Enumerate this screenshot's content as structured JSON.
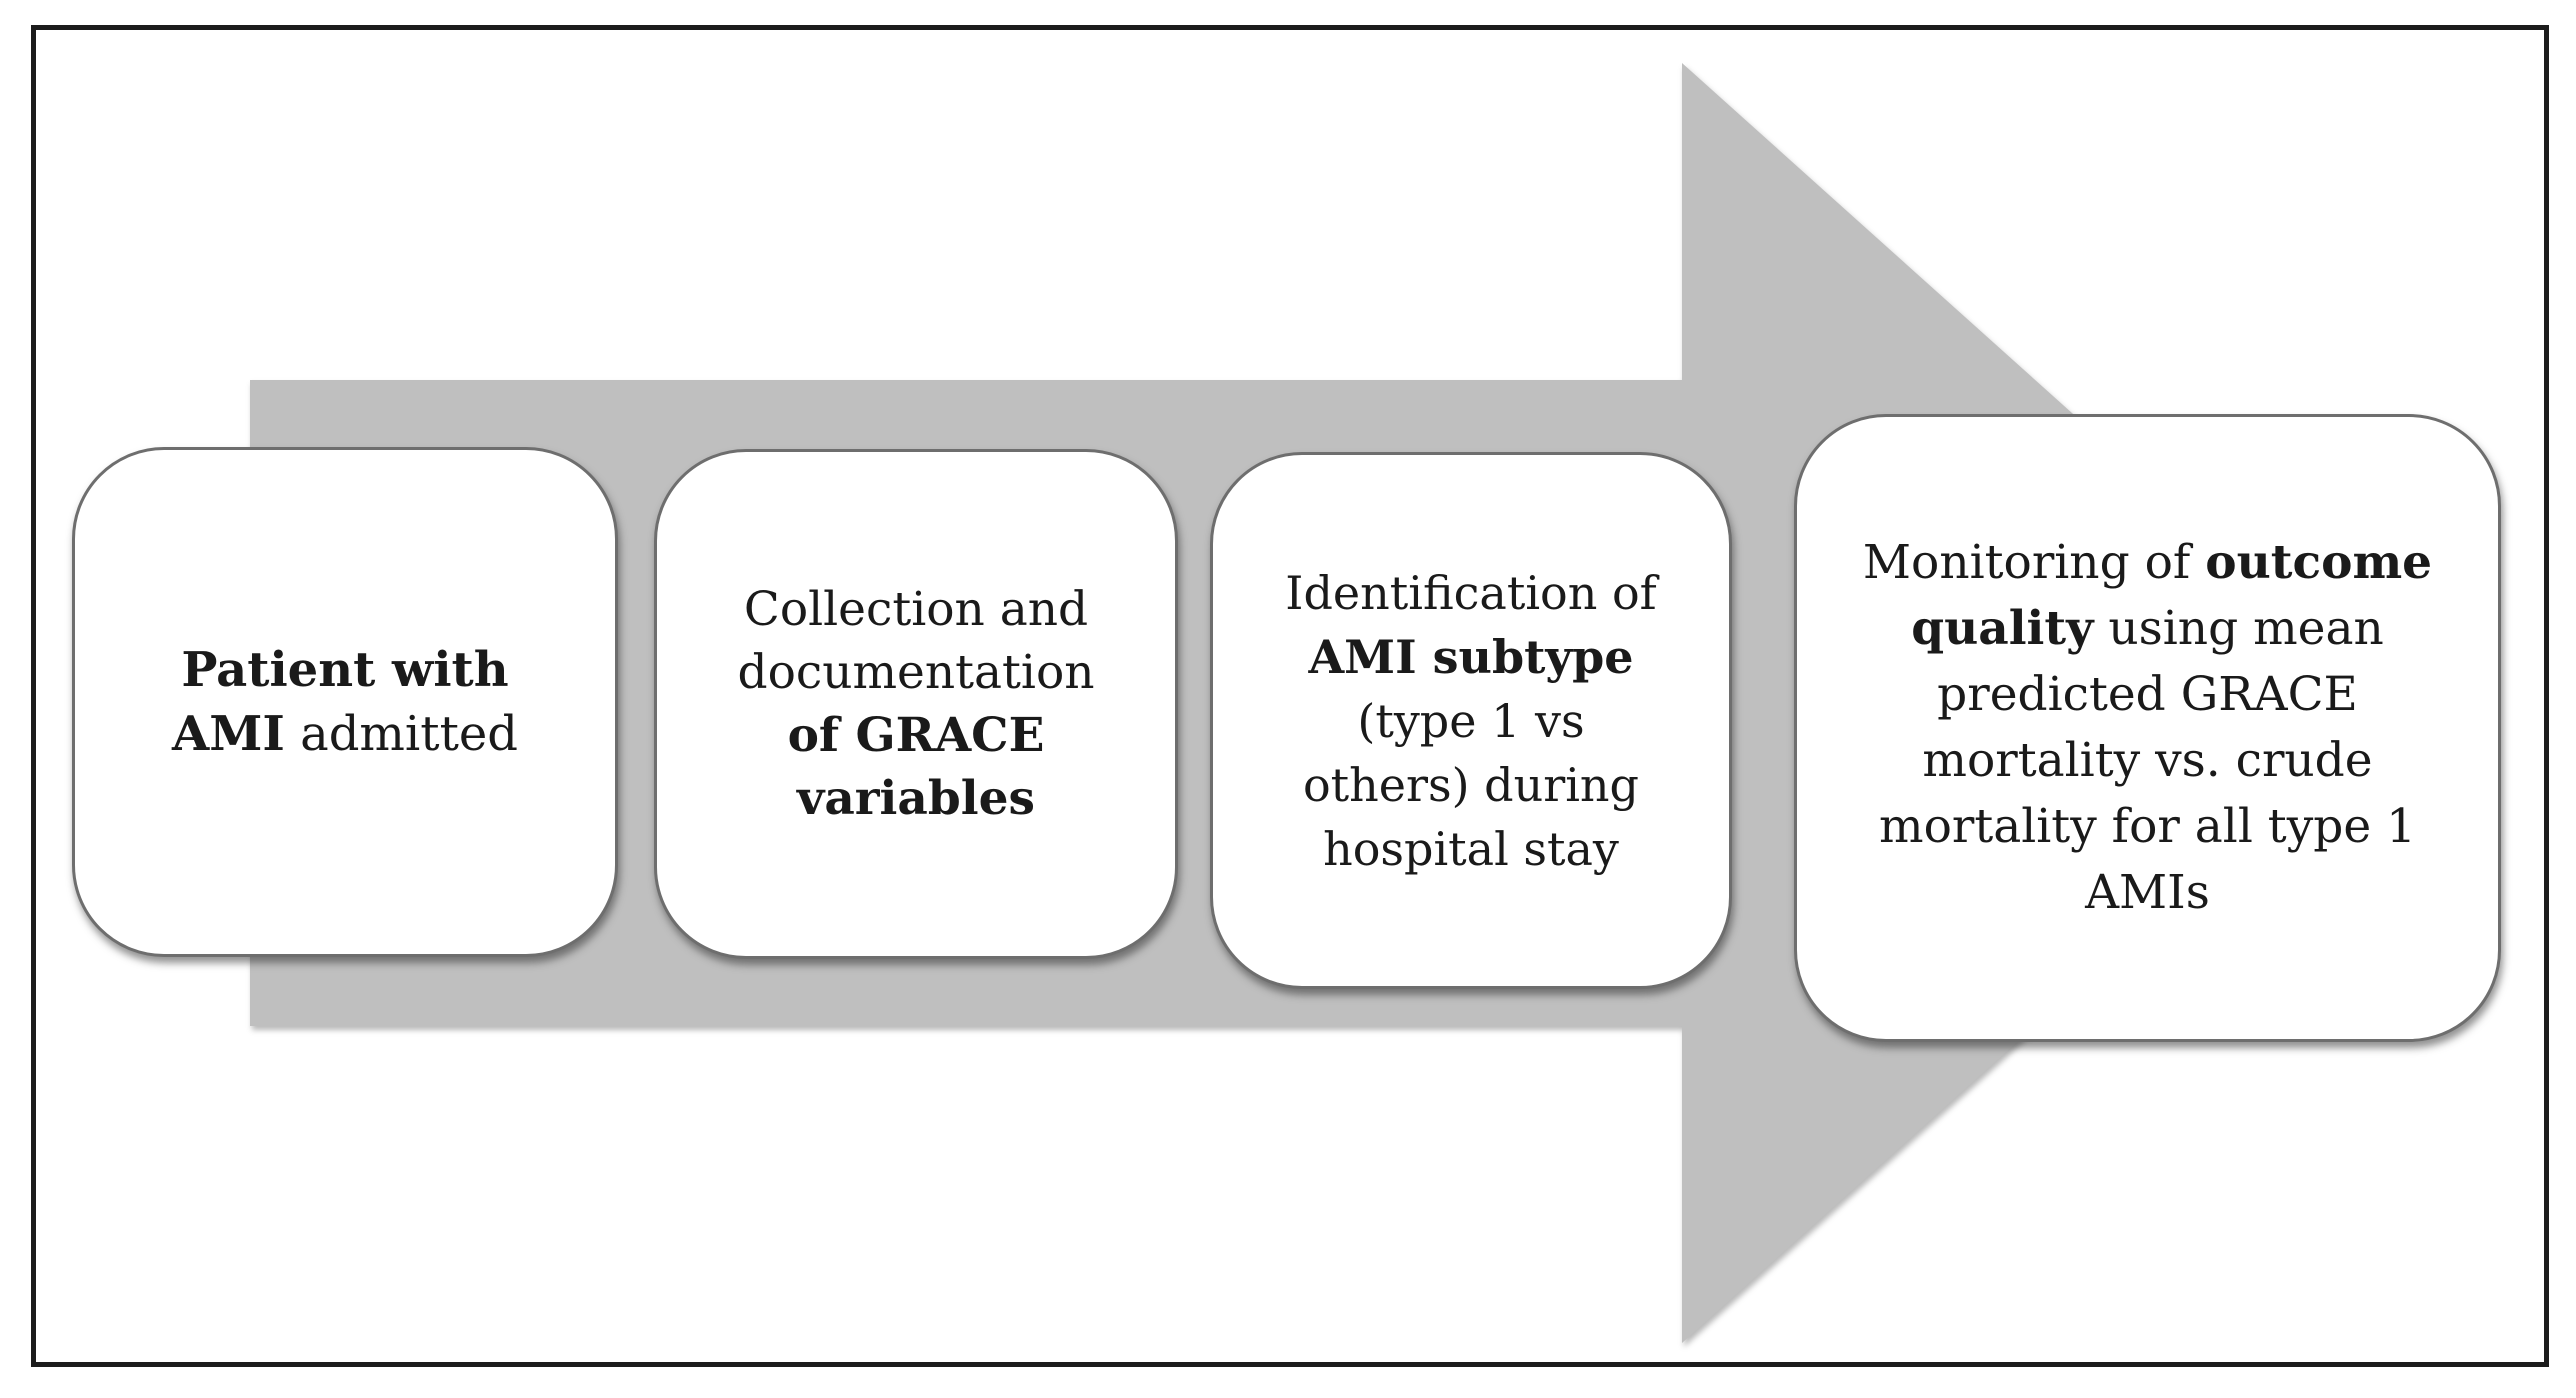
{
  "figure": {
    "type": "process-flow-arrow",
    "direction": "left-to-right",
    "background_color": "#ffffff",
    "frame_border_color": "#1c1c1c",
    "arrow_fill_color": "#bfbfbf",
    "box_fill_color": "#ffffff",
    "box_border_color": "#6e6e6e",
    "text_color": "#1a1a1a"
  },
  "steps": [
    {
      "id": 1,
      "text": "Patient with AMI admitted",
      "bold_phrases": [
        "Patient with AMI"
      ],
      "lines": [
        [
          {
            "t": "Patient with",
            "b": true
          }
        ],
        [
          {
            "t": "AMI",
            "b": true
          },
          {
            "t": " admitted",
            "b": false
          }
        ]
      ]
    },
    {
      "id": 2,
      "text": "Collection and documentation of GRACE variables",
      "bold_phrases": [
        "of GRACE variables"
      ],
      "lines": [
        [
          {
            "t": "Collection and",
            "b": false
          }
        ],
        [
          {
            "t": "documentation",
            "b": false
          }
        ],
        [
          {
            "t": "of GRACE",
            "b": true
          }
        ],
        [
          {
            "t": "variables",
            "b": true
          }
        ]
      ]
    },
    {
      "id": 3,
      "text": "Identification of AMI subtype (type 1 vs others) during hospital stay",
      "bold_phrases": [
        "AMI subtype"
      ],
      "lines": [
        [
          {
            "t": "Identification of",
            "b": false
          }
        ],
        [
          {
            "t": "AMI subtype",
            "b": true
          }
        ],
        [
          {
            "t": "(type 1 vs",
            "b": false
          }
        ],
        [
          {
            "t": "others) during",
            "b": false
          }
        ],
        [
          {
            "t": "hospital stay",
            "b": false
          }
        ]
      ]
    },
    {
      "id": 4,
      "text": "Monitoring of outcome quality using mean predicted GRACE mortality vs. crude mortality for all type 1 AMIs",
      "bold_phrases": [
        "outcome quality"
      ],
      "lines": [
        [
          {
            "t": "Monitoring of ",
            "b": false
          },
          {
            "t": "outcome",
            "b": true
          }
        ],
        [
          {
            "t": "quality",
            "b": true
          },
          {
            "t": " using mean",
            "b": false
          }
        ],
        [
          {
            "t": "predicted GRACE",
            "b": false
          }
        ],
        [
          {
            "t": "mortality vs. crude",
            "b": false
          }
        ],
        [
          {
            "t": "mortality for all type 1",
            "b": false
          }
        ],
        [
          {
            "t": "AMIs",
            "b": false
          }
        ]
      ]
    }
  ]
}
